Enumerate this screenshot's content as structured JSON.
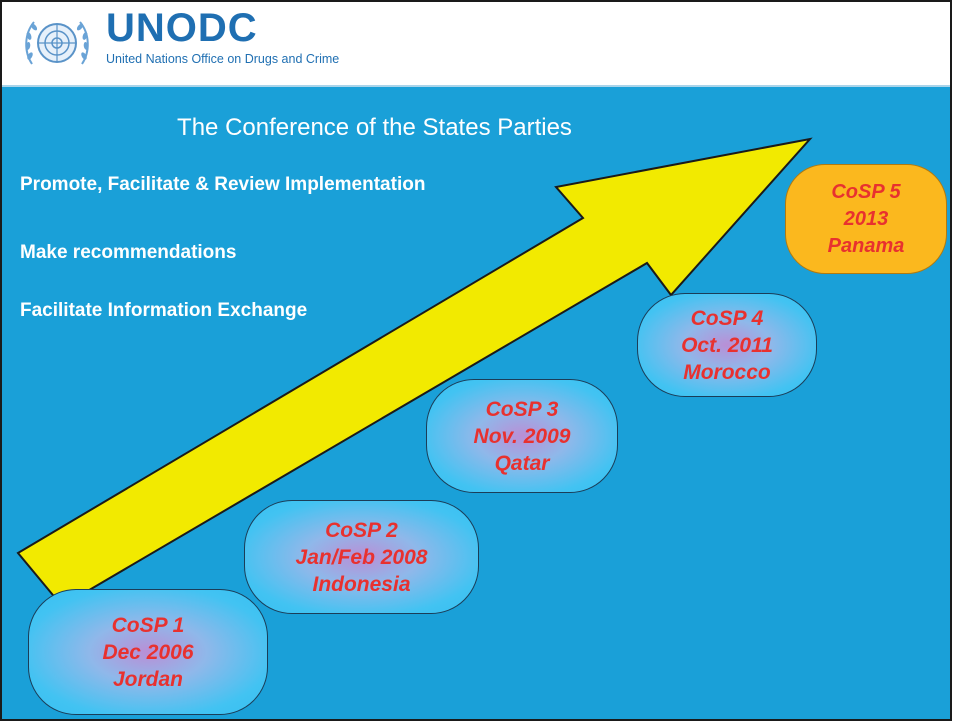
{
  "header": {
    "logo_title": "UNODC",
    "logo_subtitle": "United Nations Office on Drugs and Crime",
    "logo_icon": "un-emblem-icon",
    "brand_color": "#1f6fb2"
  },
  "slide": {
    "title": "The Conference of the States Parties",
    "background_color": "#1aa0d8",
    "bullets": [
      "Promote, Facilitate & Review Implementation",
      "Make recommendations",
      "Facilitate Information Exchange"
    ],
    "arrow_color": "#f2ea00",
    "milestones": [
      {
        "line1": "CoSP 1",
        "line2": "Dec 2006",
        "line3": "Jordan"
      },
      {
        "line1": "CoSP 2",
        "line2": "Jan/Feb 2008",
        "line3": "Indonesia"
      },
      {
        "line1": "CoSP 3",
        "line2": "Nov. 2009",
        "line3": "Qatar"
      },
      {
        "line1": "CoSP 4",
        "line2": "Oct. 2011",
        "line3": "Morocco"
      },
      {
        "line1": "CoSP 5",
        "line2": "2013",
        "line3": "Panama",
        "highlight_color": "#fbb81e"
      }
    ],
    "milestone_text_color": "#e8312f"
  }
}
